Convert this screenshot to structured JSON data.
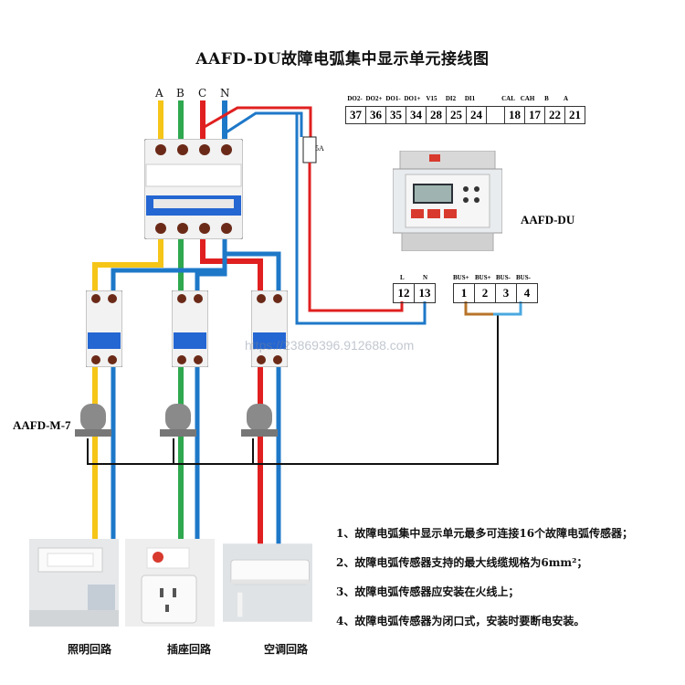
{
  "title": "AAFD-DU故障电弧集中显示单元接线图",
  "phases": [
    "A",
    "B",
    "C",
    "N"
  ],
  "device_terminals": {
    "labels": [
      "DO2-",
      "DO2+",
      "DO1-",
      "DO1+",
      "V15",
      "DI2",
      "DI1",
      "CAL",
      "CAH",
      "B",
      "A"
    ],
    "numbers": [
      "37",
      "36",
      "35",
      "34",
      "28",
      "25",
      "24",
      "18",
      "17",
      "22",
      "21"
    ]
  },
  "fuse_label": "5A",
  "device_name": "AAFD-DU",
  "power_terminals": {
    "labels": [
      "L",
      "N"
    ],
    "numbers": [
      "12",
      "13"
    ]
  },
  "bus_terminals": {
    "labels": [
      "BUS+",
      "BUS+",
      "BUS-",
      "BUS-"
    ],
    "numbers": [
      "1",
      "2",
      "3",
      "4"
    ]
  },
  "sensor_label": "AAFD-M-7",
  "circuits": [
    "照明回路",
    "插座回路",
    "空调回路"
  ],
  "notes": [
    "1、故障电弧集中显示单元最多可连接16个故障电弧传感器；",
    "2、故障电弧传感器支持的最大线缆规格为6mm²；",
    "3、故障电弧传感器应安装在火线上；",
    "4、故障电弧传感器为闭口式，安装时要断电安装。"
  ],
  "watermark": "https://23869396.912688.com",
  "colors": {
    "phase_a": "#f5c518",
    "phase_b": "#2fa84f",
    "phase_c": "#e02020",
    "neutral": "#1e78c8",
    "bus_plus": "#b8742a",
    "bus_minus": "#4aa8e0",
    "signal": "#111111"
  }
}
